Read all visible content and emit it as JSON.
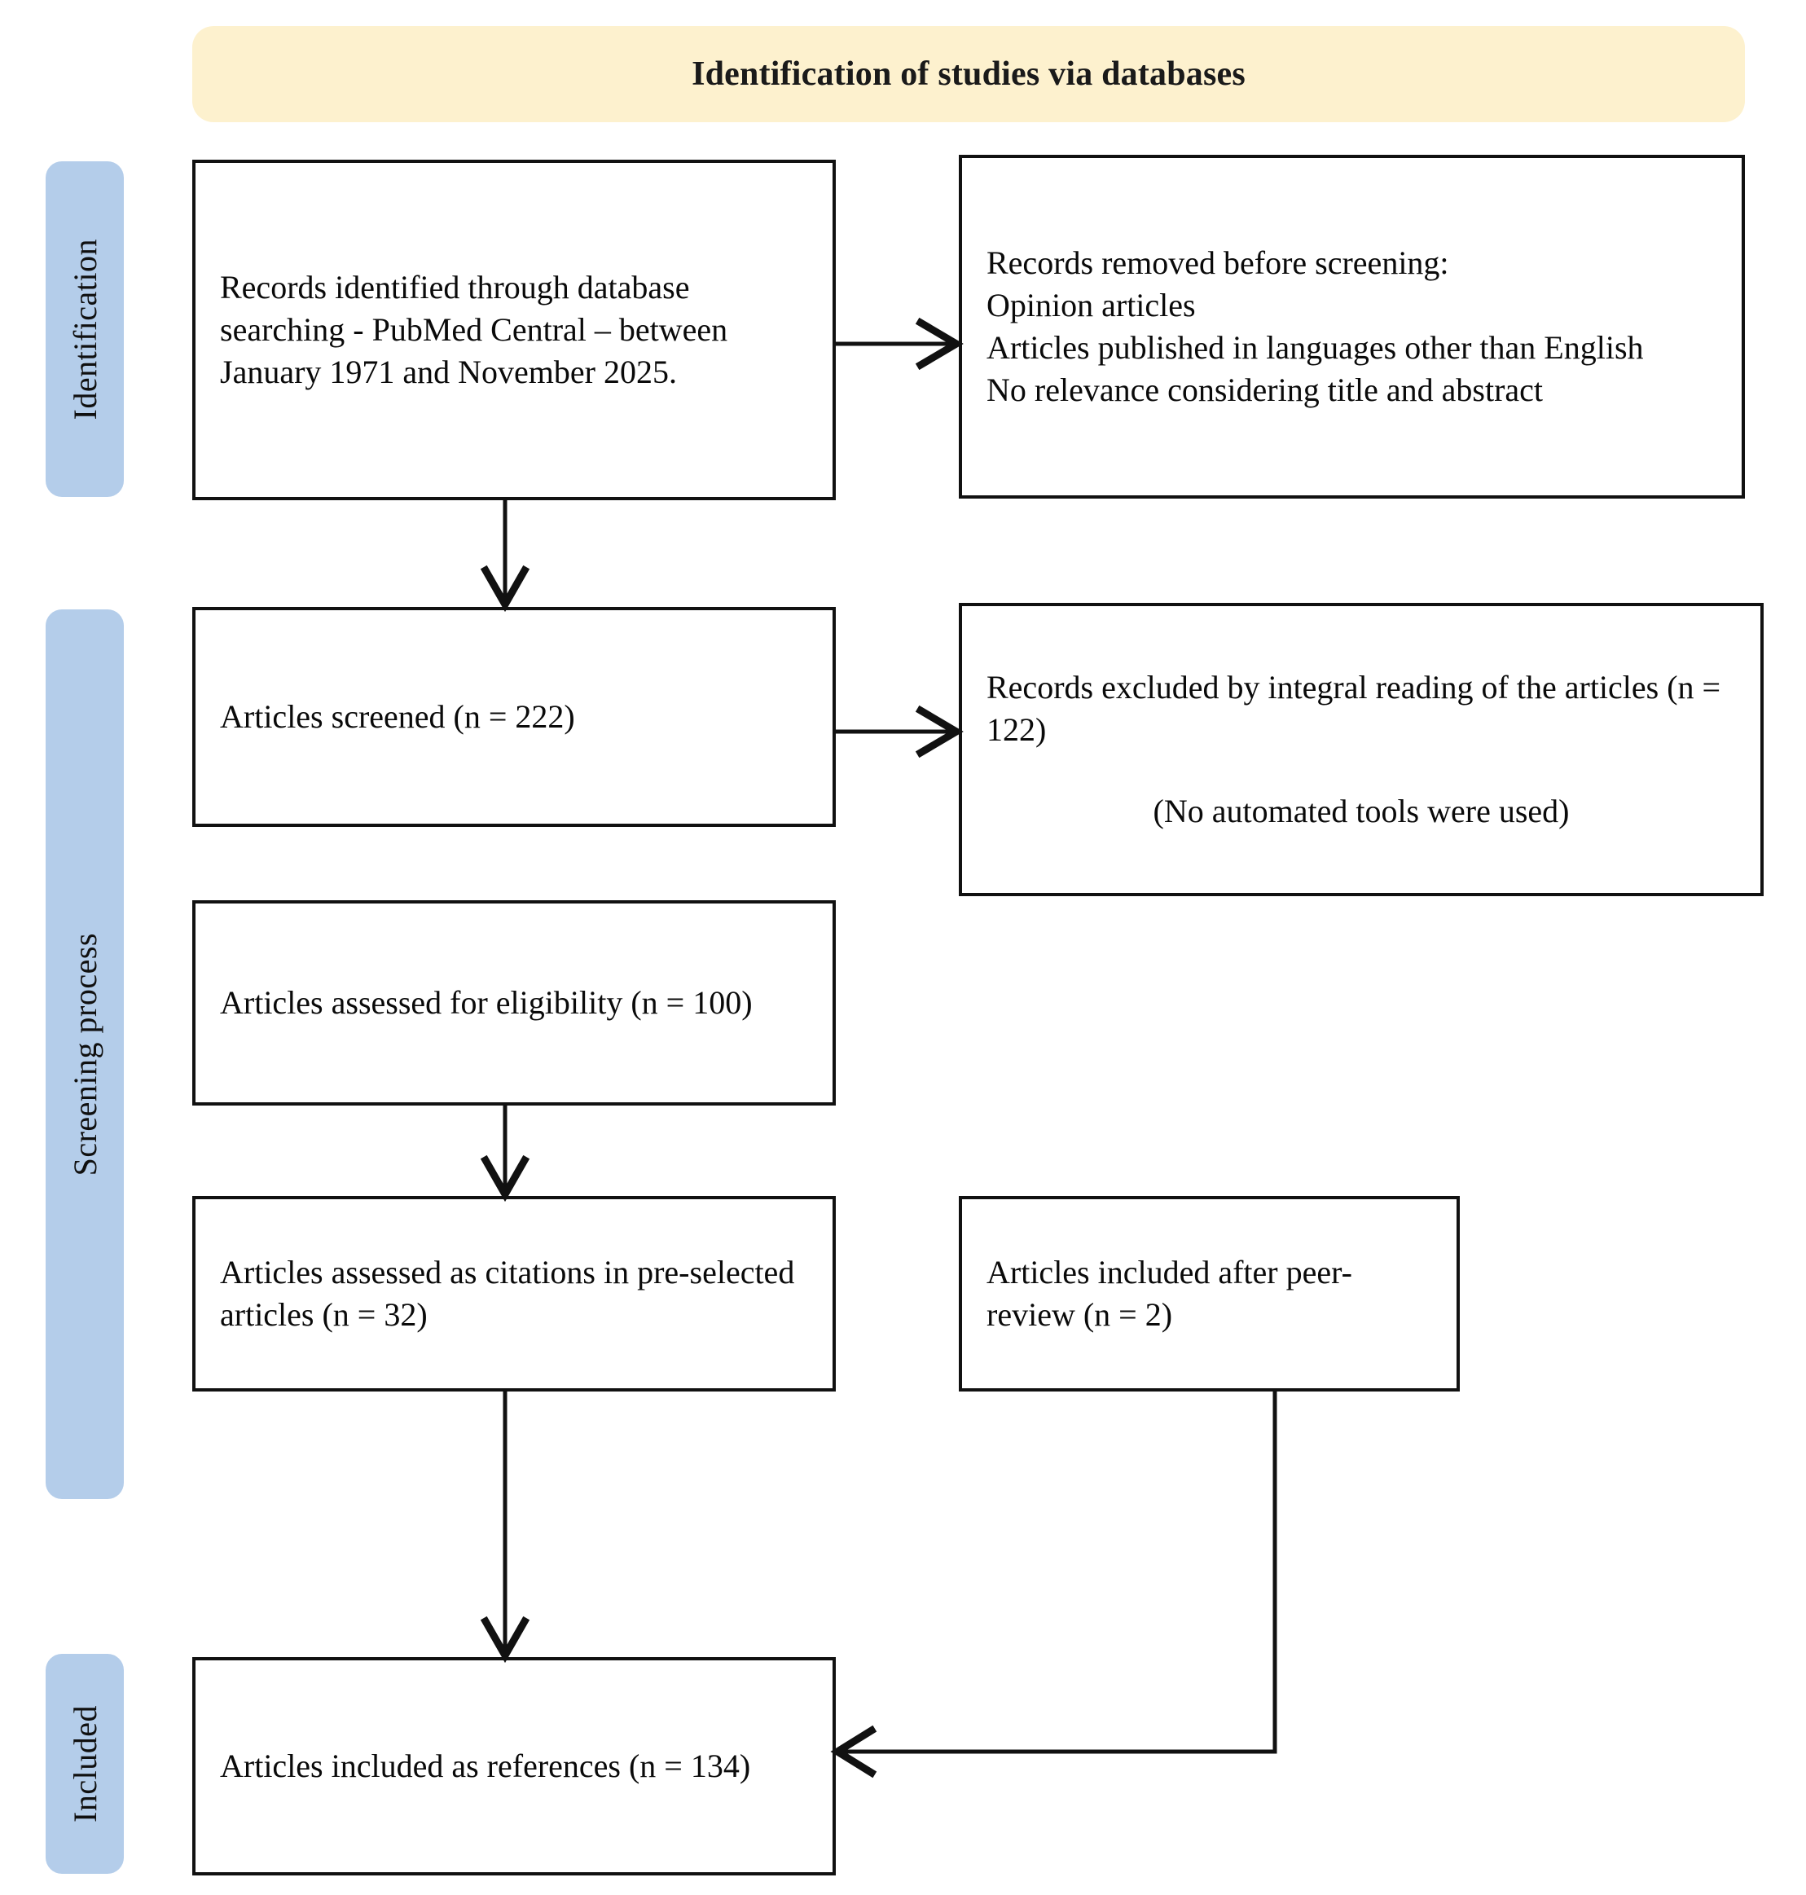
{
  "banner": {
    "title": "Identification of studies via databases",
    "background_color": "#FDF1CE"
  },
  "stage_labels": {
    "accent_color": "#B4CDEA",
    "identification": "Identification",
    "screening": "Screening process",
    "included": "Included"
  },
  "boxes": {
    "identified": {
      "text": "Records identified through database searching - PubMed Central – between January 1971 and November 2025."
    },
    "removed": {
      "line1": "Records removed before screening:",
      "line2": "Opinion articles",
      "line3": "Articles published in languages other than English",
      "line4": "No relevance considering title and abstract"
    },
    "screened": {
      "text": "Articles screened (n = 222)"
    },
    "excluded": {
      "line1": "Records excluded by integral reading of the articles (n = 122)",
      "line2": "(No automated tools were used)"
    },
    "eligible": {
      "text": "Articles assessed for eligibility (n = 100)"
    },
    "citations": {
      "text": "Articles assessed as citations in pre-selected articles (n = 32)"
    },
    "peer_review": {
      "text": "Articles included after peer-review (n = 2)"
    },
    "included": {
      "text": "Articles included as references (n = 134)"
    }
  },
  "chart_data": {
    "type": "diagram",
    "title": "Identification of studies via databases",
    "diagram_kind": "PRISMA flow diagram",
    "stages": [
      {
        "stage": "Identification",
        "nodes": [
          {
            "label": "Records identified through database searching - PubMed Central – between January 1971 and November 2025.",
            "n": null
          },
          {
            "label": "Records removed before screening: Opinion articles; Articles published in languages other than English; No relevance considering title and abstract",
            "n": null
          }
        ]
      },
      {
        "stage": "Screening process",
        "nodes": [
          {
            "label": "Articles screened",
            "n": 222
          },
          {
            "label": "Records excluded by integral reading of the articles",
            "n": 122
          },
          {
            "label": "Articles assessed for eligibility",
            "n": 100
          },
          {
            "label": "Articles assessed as citations in pre-selected articles",
            "n": 32
          },
          {
            "label": "Articles included after peer-review",
            "n": 2
          }
        ]
      },
      {
        "stage": "Included",
        "nodes": [
          {
            "label": "Articles included as references",
            "n": 134
          }
        ]
      }
    ],
    "edges": [
      {
        "from": "Records identified through database searching",
        "to": "Records removed before screening",
        "direction": "right"
      },
      {
        "from": "Records identified through database searching",
        "to": "Articles screened",
        "direction": "down"
      },
      {
        "from": "Articles screened",
        "to": "Records excluded by integral reading of the articles",
        "direction": "right"
      },
      {
        "from": "Articles assessed for eligibility",
        "to": "Articles assessed as citations in pre-selected articles",
        "direction": "down"
      },
      {
        "from": "Articles assessed as citations in pre-selected articles",
        "to": "Articles included as references",
        "direction": "down"
      },
      {
        "from": "Articles included after peer-review",
        "to": "Articles included as references",
        "direction": "down-left"
      }
    ]
  }
}
